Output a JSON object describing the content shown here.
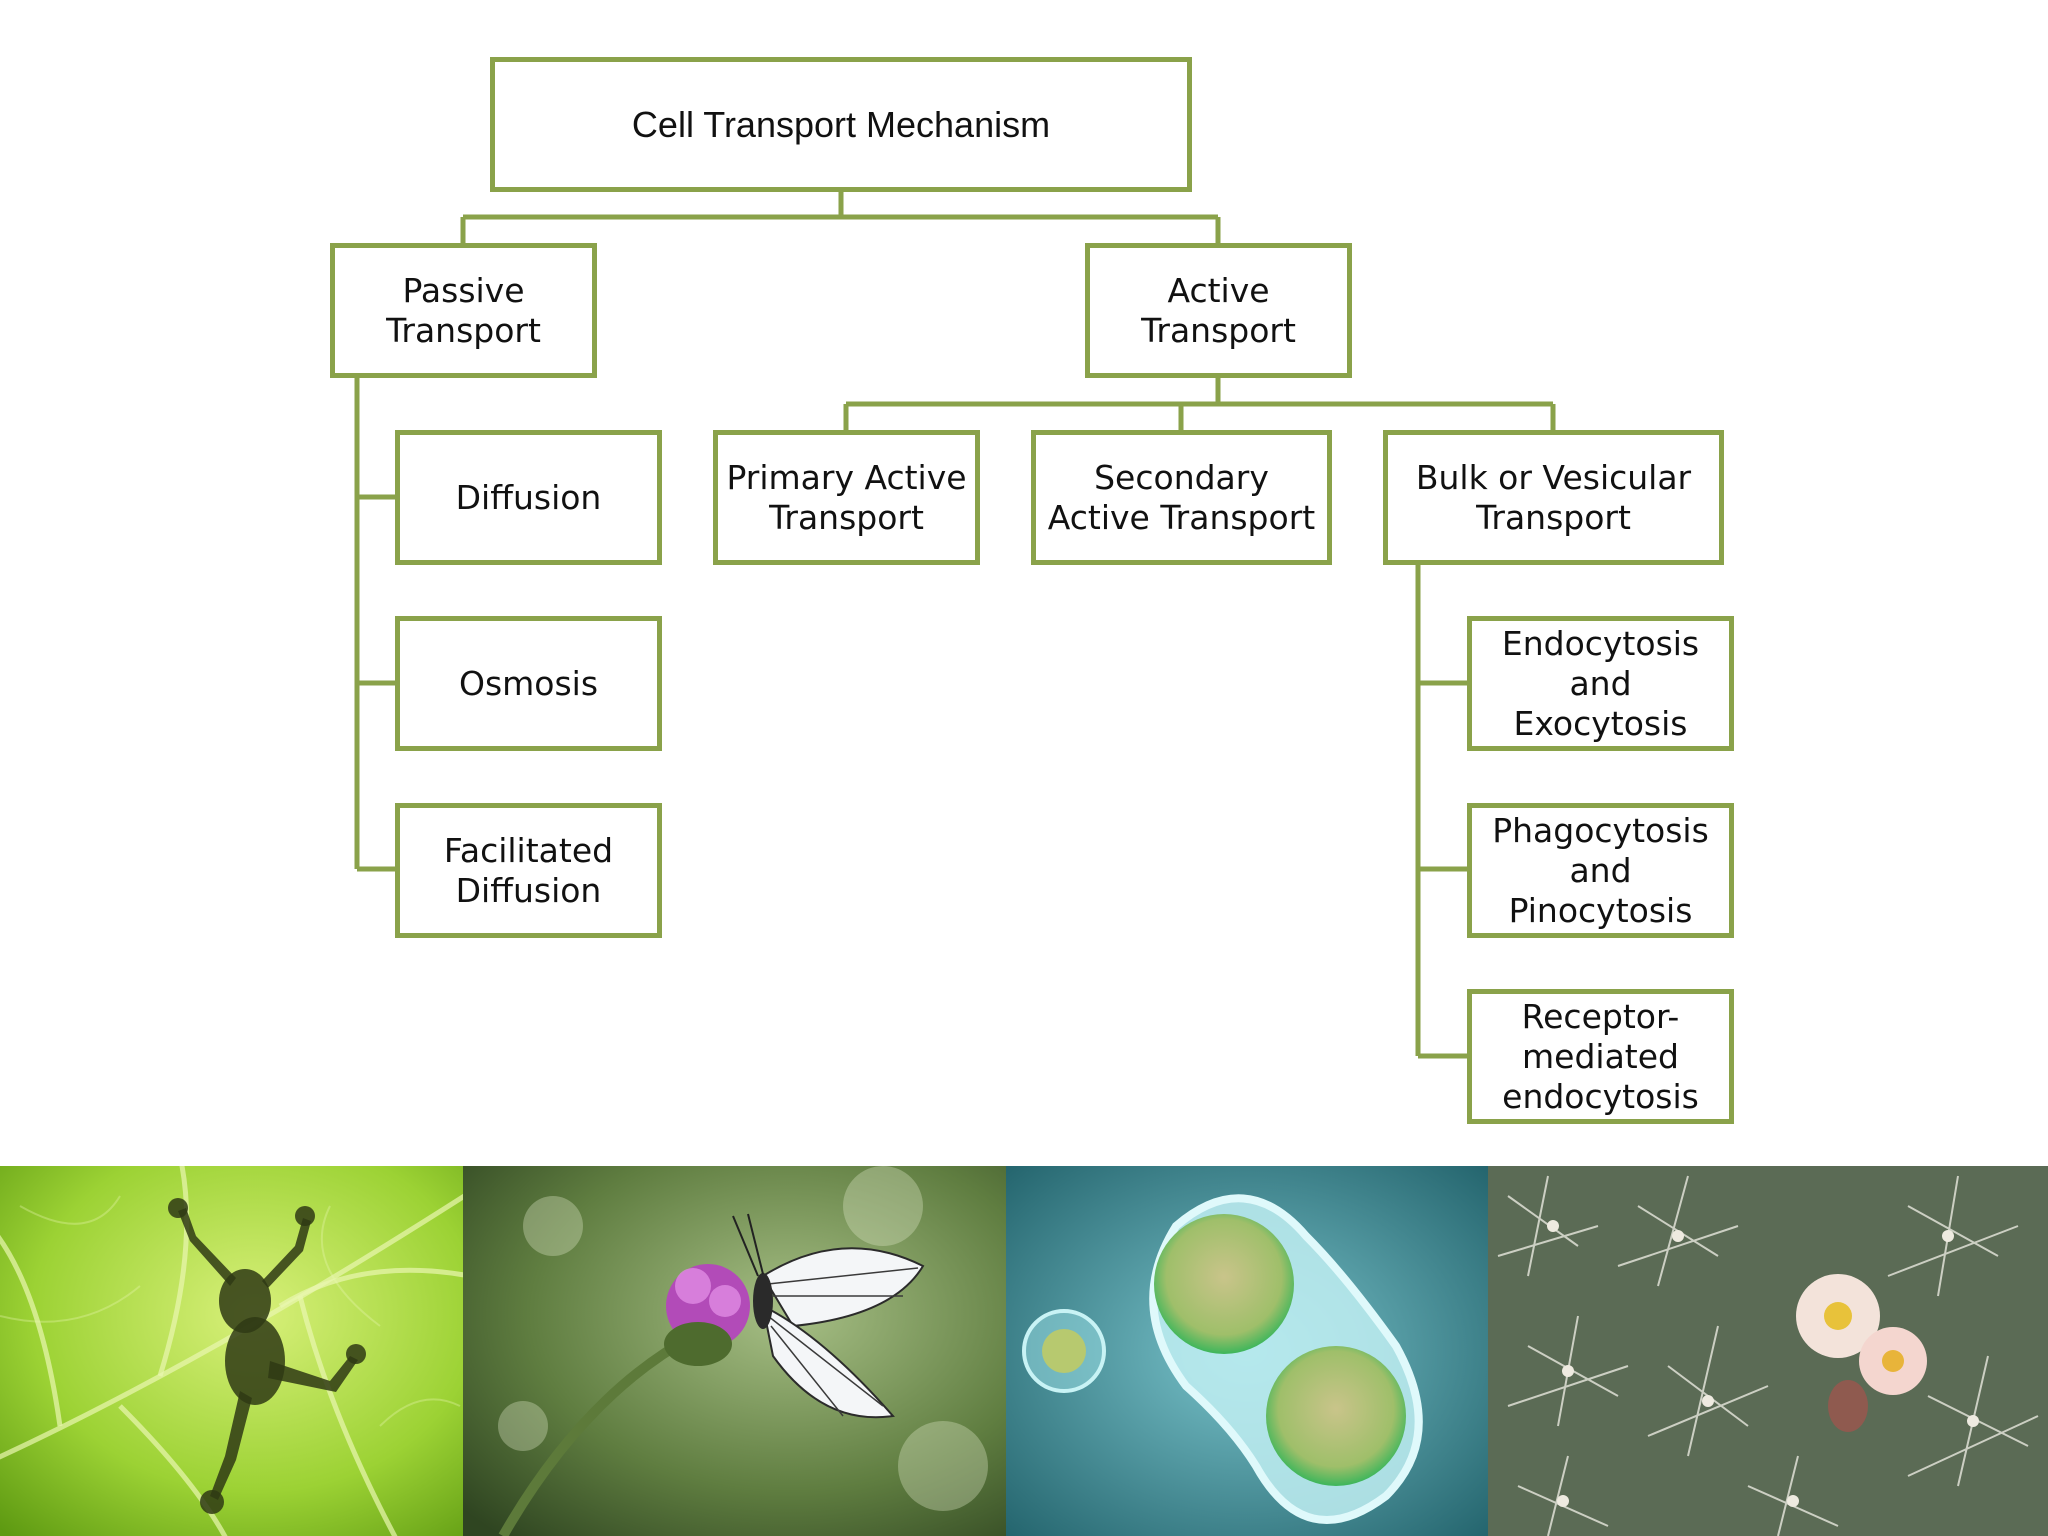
{
  "diagram": {
    "root": "Cell Transport Mechanism",
    "passive": {
      "label": "Passive Transport",
      "children": [
        "Diffusion",
        "Osmosis",
        "Facilitated Diffusion"
      ]
    },
    "active": {
      "label": "Active Transport",
      "children": [
        "Primary Active Transport",
        "Secondary Active Transport",
        "Bulk or Vesicular Transport"
      ]
    },
    "bulk_children": [
      "Endocytosis and Exocytosis",
      "Phagocytosis and Pinocytosis",
      "Receptor-mediated endocytosis"
    ]
  },
  "photos": [
    {
      "subject": "frog-silhouette-on-leaf"
    },
    {
      "subject": "butterfly-on-flower"
    },
    {
      "subject": "dividing-cell"
    },
    {
      "subject": "cactus-with-flowers"
    }
  ],
  "colors": {
    "box_border": "#8aa24a",
    "connector": "#8aa24a",
    "text": "#111111"
  }
}
